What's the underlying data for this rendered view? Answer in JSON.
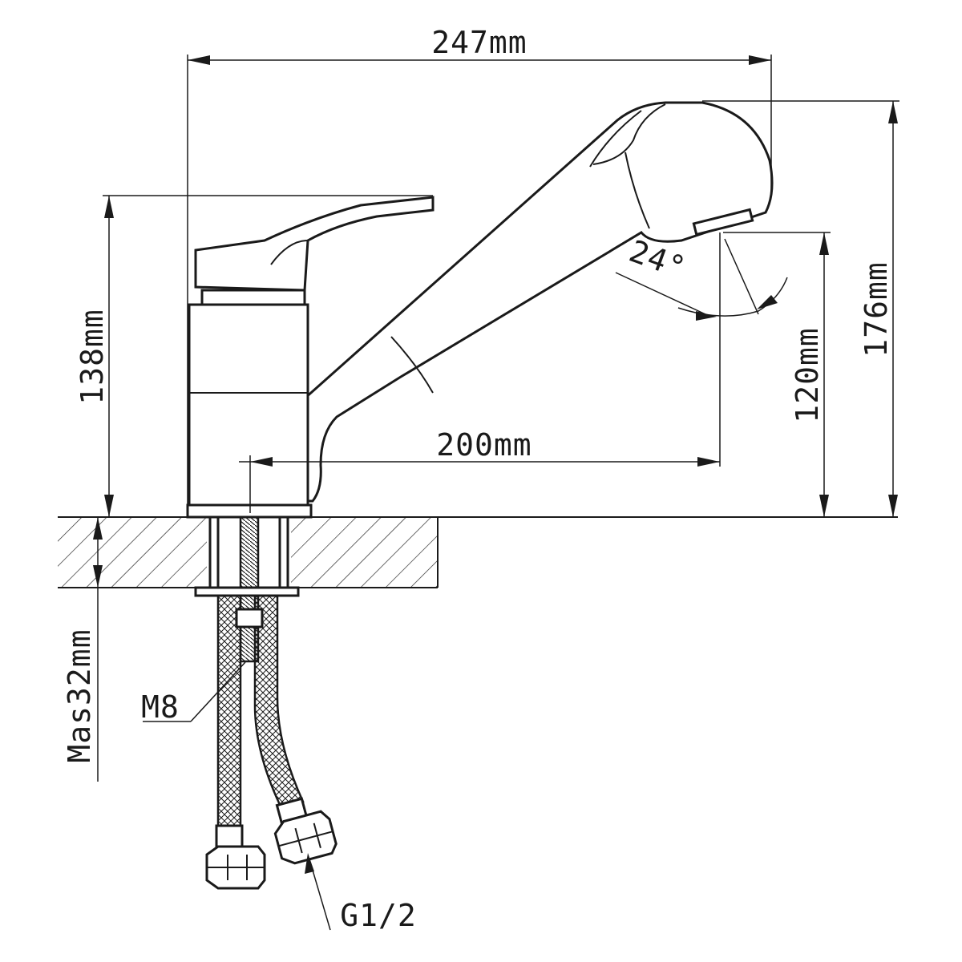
{
  "drawing": {
    "colors": {
      "stroke": "#1a1a1a",
      "background": "#ffffff"
    },
    "dimensions": {
      "overall_width": "247mm",
      "height_to_handle": "138mm",
      "total_height": "176mm",
      "spout_height": "120mm",
      "spout_reach": "200mm",
      "max_countertop": "Mas32mm",
      "spray_angle": "24°"
    },
    "callouts": {
      "stud_thread": "M8",
      "hose_thread": "G1/2"
    }
  }
}
